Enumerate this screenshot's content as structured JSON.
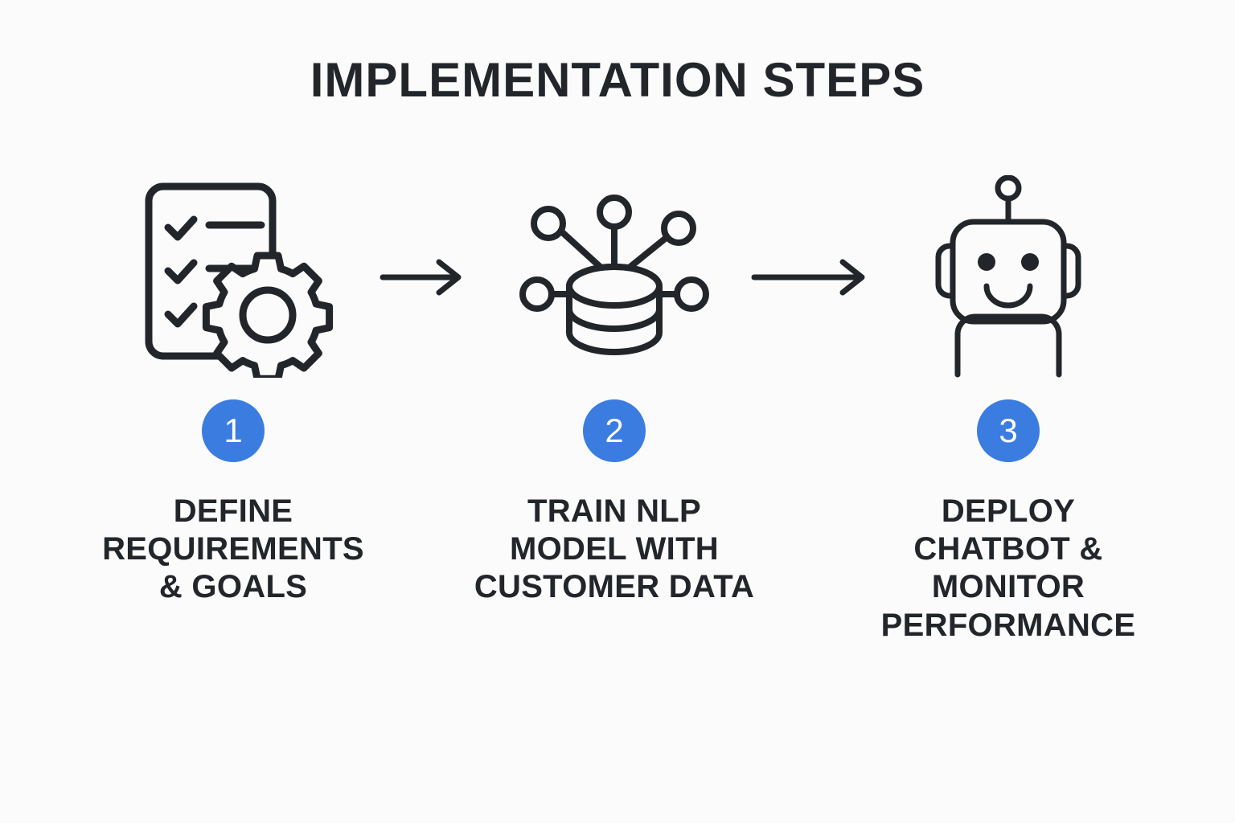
{
  "title": "IMPLEMENTATION STEPS",
  "theme": {
    "background": "#fbfbfb",
    "ink": "#22262b",
    "badge_blue": "#3b7ce0",
    "badge_text": "#ffffff"
  },
  "steps": [
    {
      "number": "1",
      "icon": "checklist-gear-icon",
      "label_lines": [
        "DEFINE",
        "REQUIREMENTS",
        "& GOALS"
      ],
      "label": "DEFINE REQUIREMENTS & GOALS"
    },
    {
      "number": "2",
      "icon": "database-network-icon",
      "label_lines": [
        "TRAIN NLP",
        "MODEL WITH",
        "CUSTOMER DATA"
      ],
      "label": "TRAIN NLP MODEL WITH CUSTOMER DATA"
    },
    {
      "number": "3",
      "icon": "robot-chatbot-icon",
      "label_lines": [
        "DEPLOY",
        "CHATBOT &",
        "MONITOR",
        "PERFORMANCE"
      ],
      "label": "DEPLOY CHATBOT & MONITOR PERFORMANCE"
    }
  ],
  "connectors": [
    {
      "name": "arrow-right-1",
      "glyph": "arrow-right-icon"
    },
    {
      "name": "arrow-right-2",
      "glyph": "arrow-right-icon"
    }
  ]
}
